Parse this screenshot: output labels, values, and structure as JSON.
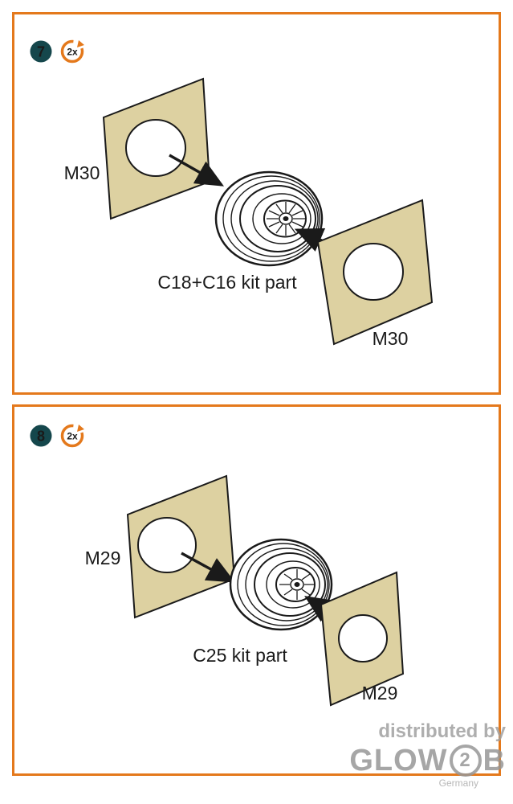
{
  "steps": [
    {
      "number": "7",
      "multiplier": "2x",
      "mask_label_left": "M30",
      "mask_label_right": "M30",
      "caption": "C18+C16 kit part"
    },
    {
      "number": "8",
      "multiplier": "2x",
      "mask_label_left": "M29",
      "mask_label_right": "M29",
      "caption": "C25 kit part"
    }
  ],
  "watermark": {
    "distributed_by": "distributed by",
    "brand_prefix": "GLOW",
    "brand_digit": "2",
    "brand_suffix": "B",
    "country": "Germany"
  },
  "colors": {
    "panel_border": "#e4791c",
    "mask_fill": "#ddd1a1",
    "badge_fill": "#15474c",
    "icon_orange": "#e4791c",
    "line": "#1a1a1a"
  }
}
